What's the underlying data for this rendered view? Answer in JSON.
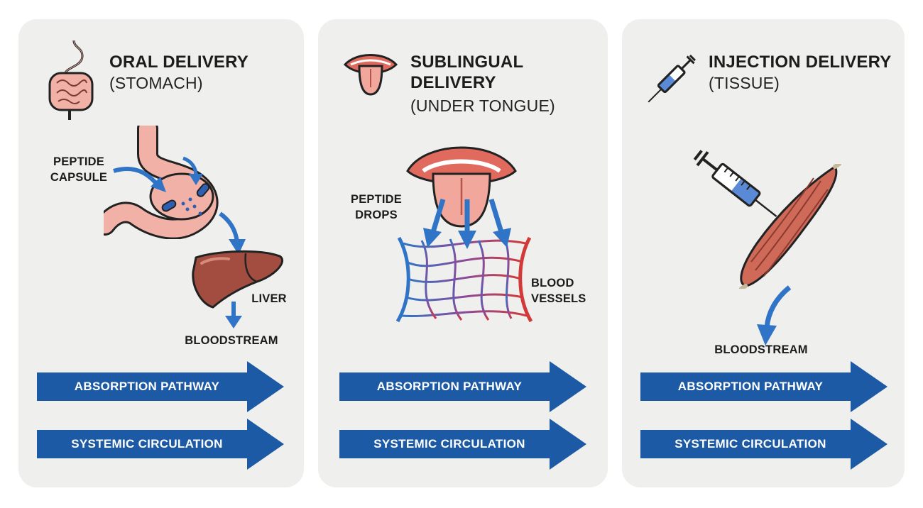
{
  "panels": [
    {
      "title": "ORAL DELIVERY",
      "subtitle": "(STOMACH)",
      "labels": {
        "input": "PEPTIDE CAPSULE",
        "organ": "LIVER",
        "result": "BLOODSTREAM"
      },
      "arrows": [
        "ABSORPTION PATHWAY",
        "SYSTEMIC CIRCULATION"
      ]
    },
    {
      "title": "SUBLINGUAL DELIVERY",
      "subtitle": "(UNDER TONGUE)",
      "labels": {
        "input": "PEPTIDE DROPS",
        "target": "BLOOD VESSELS"
      },
      "arrows": [
        "ABSORPTION PATHWAY",
        "SYSTEMIC CIRCULATION"
      ]
    },
    {
      "title": "INJECTION DELIVERY",
      "subtitle": "(TISSUE)",
      "labels": {
        "result": "BLOODSTREAM"
      },
      "arrows": [
        "ABSORPTION PATHWAY",
        "SYSTEMIC CIRCULATION"
      ]
    }
  ],
  "colors": {
    "panel_bg": "#efefed",
    "arrow_blue": "#1d5aa5",
    "flow_arrow": "#2f74c6",
    "organ_pink": "#f2b1a6",
    "liver_brown": "#9a4a3c",
    "muscle_red": "#d06a58"
  },
  "icons": [
    "intestine-icon",
    "mouth-tongue-icon",
    "syringe-icon",
    "stomach-icon",
    "liver-icon",
    "tongue-icon",
    "blood-vessels-icon",
    "muscle-icon"
  ]
}
